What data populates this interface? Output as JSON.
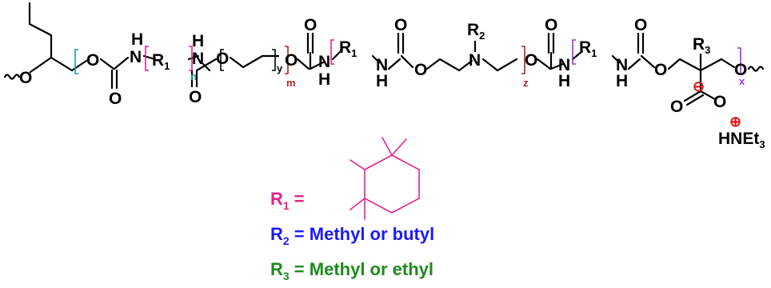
{
  "colors": {
    "bond": "#000000",
    "r1": "#e6218a",
    "r2": "#1a1aff",
    "r3": "#1d8a1d",
    "bracket_n": "#17a2a2",
    "bracket_m": "#b22222",
    "bracket_x": "#9b30d9"
  },
  "atoms": {
    "oxygen": "O",
    "nitrogen": "N",
    "hydrogen": "H",
    "carboxylate_charge": "⊖",
    "ammonium_charge": "⊕",
    "counterion_main": "HNEt",
    "counterion_sub": "3"
  },
  "substituents": {
    "r1_main": "R",
    "r1_sub": "1",
    "r2_main": "R",
    "r2_sub": "2",
    "r3_main": "R",
    "r3_sub": "3"
  },
  "repeat_indices": {
    "n": "n",
    "y": "y",
    "m": "m",
    "z": "z",
    "x": "x"
  },
  "legend": {
    "r1_label": "R",
    "r1_sub": "1",
    "r1_eq": " =",
    "r2_label": "R",
    "r2_sub": "2",
    "r2_text": " = Methyl or butyl",
    "r3_label": "R",
    "r3_sub": "3",
    "r3_text": " = Methyl or ethyl"
  }
}
